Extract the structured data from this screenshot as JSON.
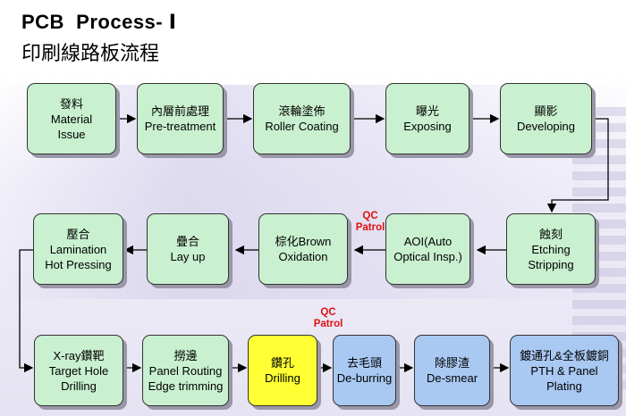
{
  "title_line1": "PCB  Process- Ⅰ",
  "title_line2": "印刷線路板流程",
  "nodes": [
    {
      "line1": "發料",
      "line2": "Material",
      "line3": "Issue"
    },
    {
      "line1": "內層前處理",
      "line2": "Pre-treatment"
    },
    {
      "line1": "滾輪塗佈",
      "line2": "Roller Coating"
    },
    {
      "line1": "曝光",
      "line2": "Exposing"
    },
    {
      "line1": "顯影",
      "line2": "Developing"
    },
    {
      "line1": "蝕刻",
      "line2": "Etching",
      "line3": "Stripping"
    },
    {
      "line1": "AOI(Auto",
      "line2": "Optical Insp.)"
    },
    {
      "line1": "棕化Brown",
      "line2": "Oxidation"
    },
    {
      "line1": "疊合",
      "line2": "Lay up"
    },
    {
      "line1": "壓合",
      "line2": "Lamination",
      "line3": "Hot Pressing"
    },
    {
      "line1": "X-ray鑽靶",
      "line2": "Target Hole",
      "line3": "Drilling"
    },
    {
      "line1": "撈邊",
      "line2": "Panel Routing",
      "line3": "Edge trimming"
    },
    {
      "line1": "鑽孔",
      "line2": "Drilling"
    },
    {
      "line1": "去毛頭",
      "line2": "De-burring"
    },
    {
      "line1": "除膠渣",
      "line2": "De-smear"
    },
    {
      "line1": "鍍通孔&全板鍍銅",
      "line2": "PTH & Panel",
      "line3": "Plating"
    }
  ],
  "qc_patrol": [
    {
      "line1": "QC",
      "line2": "Patrol"
    },
    {
      "line1": "QC",
      "line2": "Patrol"
    }
  ],
  "colors": {
    "node_green": "#c9f0cf",
    "node_yellow": "#ffff33",
    "node_blue": "#a9c8f2",
    "qc_text": "#e01010"
  }
}
